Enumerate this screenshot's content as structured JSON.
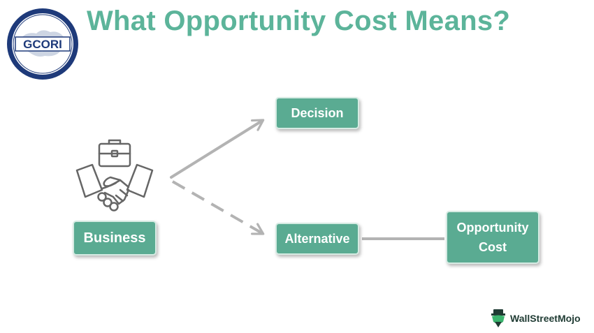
{
  "title": "What Opportunity Cost Means?",
  "logo": {
    "text": "GCORI"
  },
  "nodes": {
    "business": "Business",
    "decision": "Decision",
    "alternative": "Alternative",
    "opportunity_line1": "Opportunity",
    "opportunity_line2": "Cost"
  },
  "brand": {
    "name": "WallStreetMojo"
  },
  "colors": {
    "title": "#5cb49a",
    "box": "#5aab92",
    "arrow": "#b3b3b3",
    "icon": "#666666"
  }
}
